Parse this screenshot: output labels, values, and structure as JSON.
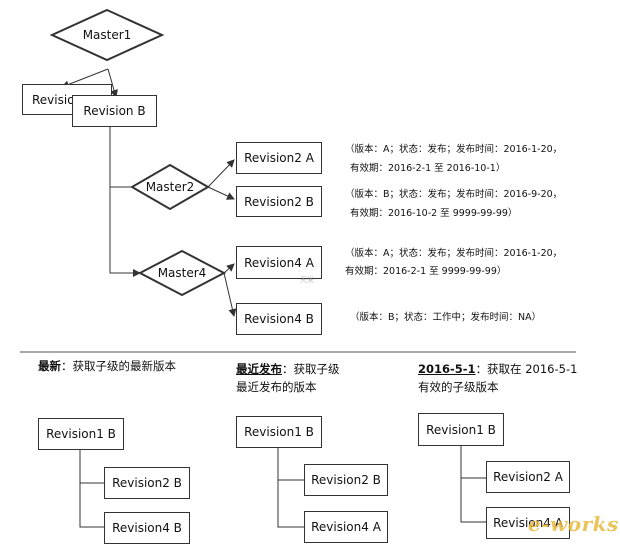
{
  "top": {
    "master1": "Master1",
    "rev_a": "Revision A",
    "rev_b": "Revision B",
    "master2": "Master2",
    "master4": "Master4",
    "r2a": "Revision2 A",
    "r2b": "Revision2 B",
    "r4a": "Revision4 A",
    "r4b": "Revision4 B"
  },
  "notes": {
    "r2a_line1": "（版本：A；状态：发布；发布时间：2016-1-20，",
    "r2a_line2": "有效期：2016-2-1 至 2016-10-1）",
    "r2b_line1": "（版本：B；状态：发布；发布时间：2016-9-20，",
    "r2b_line2": "有效期：2016-10-2 至 9999-99-99）",
    "r4a_line1": "（版本：A；状态：发布；发布时间：2016-1-20，",
    "r4a_line2": "有效期：2016-2-1 至 9999-99-99）",
    "r4b_line1": "（版本：B；状态：工作中；发布时间：NA）"
  },
  "captions": {
    "latest_bold": "最新",
    "latest_rest": "：获取子级的最新版本",
    "released_bold": "最近发布",
    "released_rest": "：获取子级最近发布的版本",
    "date_bold": "2016-5-1",
    "date_rest": "：获取在 2016-5-1 有效的子级版本"
  },
  "latest": {
    "parent": "Revision1 B",
    "c1": "Revision2 B",
    "c2": "Revision4 B"
  },
  "released": {
    "parent": "Revision1 B",
    "c1": "Revision2 B",
    "c2": "Revision4 A"
  },
  "dated": {
    "parent": "Revision1 B",
    "c1": "Revision2 A",
    "c2": "Revision4 A"
  },
  "watermark": {
    "small": "天米",
    "logo": "e-works"
  },
  "colors": {
    "stroke": "#333333",
    "divider": "#555555",
    "logo": "#e8b93c"
  }
}
